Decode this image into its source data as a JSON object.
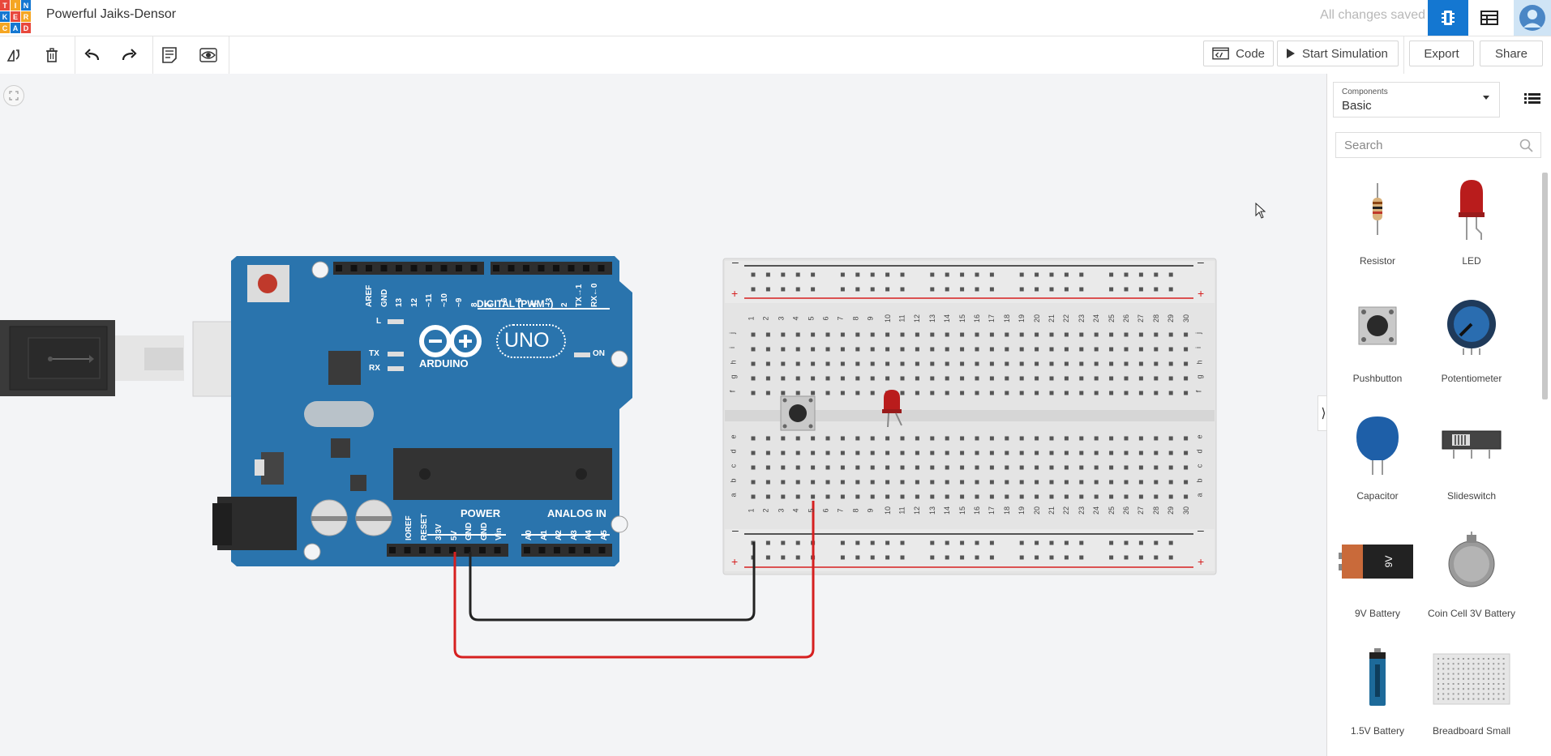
{
  "app": {
    "logo_letters": [
      "T",
      "I",
      "N",
      "K",
      "E",
      "R",
      "C",
      "A",
      "D"
    ],
    "logo_colors": [
      "#e8483c",
      "#f5a623",
      "#1477d1",
      "#1477d1",
      "#e8483c",
      "#f5a623",
      "#f5a623",
      "#1477d1",
      "#e8483c"
    ]
  },
  "header": {
    "project_title": "Powerful Jaiks-Densor",
    "save_status": "All changes saved"
  },
  "toolbar": {
    "code_label": "Code",
    "sim_label": "Start Simulation",
    "export_label": "Export",
    "share_label": "Share"
  },
  "panel": {
    "category_label": "Components",
    "category_value": "Basic",
    "search_placeholder": "Search",
    "items": [
      {
        "name": "Resistor",
        "icon": "resistor-icon"
      },
      {
        "name": "LED",
        "icon": "led-icon"
      },
      {
        "name": "Pushbutton",
        "icon": "pushbutton-icon"
      },
      {
        "name": "Potentiometer",
        "icon": "potentiometer-icon"
      },
      {
        "name": "Capacitor",
        "icon": "capacitor-icon"
      },
      {
        "name": "Slideswitch",
        "icon": "slideswitch-icon"
      },
      {
        "name": "9V Battery",
        "icon": "battery-9v-icon"
      },
      {
        "name": "Coin Cell 3V Battery",
        "icon": "coin-cell-icon"
      },
      {
        "name": "1.5V Battery",
        "icon": "battery-aa-icon"
      },
      {
        "name": "Breadboard Small",
        "icon": "breadboard-small-icon"
      }
    ]
  },
  "arduino": {
    "digital_label": "DIGITAL (PWM~)",
    "power_label": "POWER",
    "analog_label": "ANALOG IN",
    "brand": "ARDUINO",
    "model": "UNO",
    "on_label": "ON",
    "l_label": "L",
    "tx_label": "TX",
    "rx_label": "RX",
    "digital_pins": [
      "AREF",
      "GND",
      "13",
      "12",
      "~11",
      "~10",
      "~9",
      "8",
      "7",
      "~6",
      "~5",
      "4",
      "~3",
      "2",
      "TX→1",
      "RX←0"
    ],
    "power_pins": [
      "IOREF",
      "RESET",
      "3.3V",
      "5V",
      "GND",
      "GND",
      "Vin"
    ],
    "analog_pins": [
      "A0",
      "A1",
      "A2",
      "A3",
      "A4",
      "A5"
    ]
  },
  "breadboard": {
    "rows_top": [
      "j",
      "i",
      "h",
      "g",
      "f"
    ],
    "rows_bottom": [
      "e",
      "d",
      "c",
      "b",
      "a"
    ],
    "columns": 30
  },
  "colors": {
    "accent": "#1477d1",
    "arduino_blue": "#2a74ad",
    "wire_red": "#d62020",
    "wire_black": "#222222"
  }
}
